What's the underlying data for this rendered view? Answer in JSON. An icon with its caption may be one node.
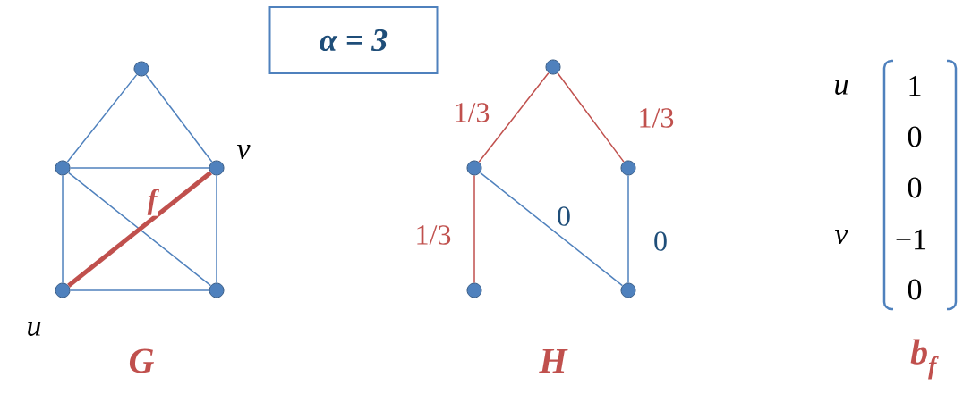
{
  "diagram": {
    "nodes": [
      {
        "text": [
          "α = 3"
        ]
      },
      {
        "text": [],
        "shape": "circle"
      },
      {
        "text": [],
        "shape": "circle"
      },
      {
        "text": [],
        "shape": "circle",
        "beside": [
          "v"
        ]
      },
      {
        "text": [],
        "shape": "circle",
        "beside": [
          "u"
        ]
      },
      {
        "text": [],
        "shape": "circle"
      },
      {
        "text": [],
        "shape": "circle"
      },
      {
        "text": [],
        "shape": "circle"
      },
      {
        "text": [],
        "shape": "circle"
      },
      {
        "text": [],
        "shape": "circle"
      },
      {
        "text": [],
        "shape": "circle"
      }
    ],
    "edges": [
      {
        "from": 1,
        "to": 2,
        "arrow": "none"
      },
      {
        "from": 1,
        "to": 3,
        "arrow": "none"
      },
      {
        "from": 2,
        "to": 3,
        "arrow": "none"
      },
      {
        "from": 2,
        "to": 4,
        "arrow": "none"
      },
      {
        "from": 2,
        "to": 5,
        "arrow": "none"
      },
      {
        "from": 3,
        "to": 5,
        "arrow": "none"
      },
      {
        "from": 4,
        "to": 5,
        "arrow": "none"
      },
      {
        "from": 4,
        "to": 3,
        "arrow": "none",
        "label": "f",
        "style": "thick",
        "color": "#c0504d"
      },
      {
        "from": 6,
        "to": 7,
        "arrow": "none",
        "label": "1/3",
        "color": "#c0504d"
      },
      {
        "from": 6,
        "to": 8,
        "arrow": "none",
        "label": "1/3",
        "color": "#c0504d"
      },
      {
        "from": 7,
        "to": 9,
        "arrow": "none",
        "label": "1/3",
        "color": "#c0504d"
      },
      {
        "from": 7,
        "to": 10,
        "arrow": "none",
        "label": "0"
      },
      {
        "from": 8,
        "to": 10,
        "arrow": "none",
        "label": "0"
      }
    ],
    "labels": [
      "G",
      "H",
      "u",
      "1",
      "0",
      "0",
      "v",
      "−1",
      "0",
      "b$_{f}$"
    ]
  }
}
